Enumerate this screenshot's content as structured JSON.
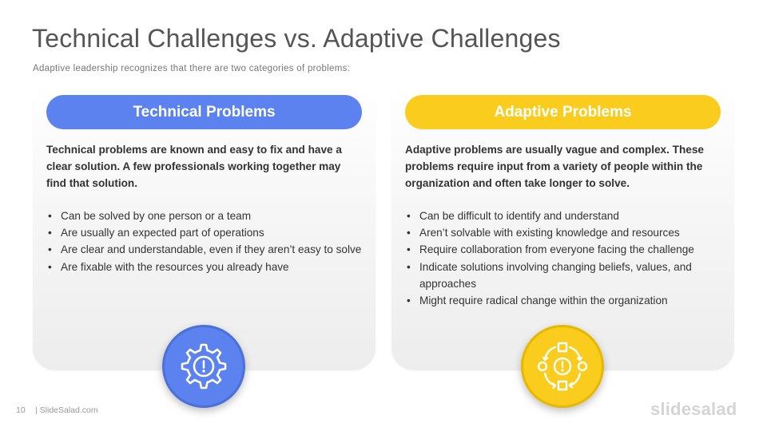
{
  "slide": {
    "title": "Technical Challenges vs. Adaptive Challenges",
    "subtitle": "Adaptive leadership recognizes that there are two categories of problems:"
  },
  "cards": [
    {
      "heading": "Technical Problems",
      "color": "#5b82ee",
      "description": "Technical problems are known and easy to fix and have a clear solution. A few professionals working together may find that solution.",
      "bullets": [
        "Can be solved by one person or a team",
        "Are usually an expected part of operations",
        "Are clear and understandable, even if they aren’t easy to solve",
        "Are fixable with the resources you already have"
      ],
      "icon": "gear-exclamation-icon"
    },
    {
      "heading": "Adaptive Problems",
      "color": "#f9cc1d",
      "description": "Adaptive problems are usually vague and complex. These problems require input from a variety of people within the organization and often take longer to solve.",
      "bullets": [
        "Can be difficult to identify and understand",
        "Aren’t solvable with existing knowledge and resources",
        "Require collaboration from everyone facing the challenge",
        "Indicate solutions involving changing beliefs, values, and approaches",
        "Might require radical change within the organization"
      ],
      "icon": "process-exclamation-icon"
    }
  ],
  "footer": {
    "page_number": "10",
    "site": "| SlideSalad.com",
    "brand": "slidesalad"
  }
}
